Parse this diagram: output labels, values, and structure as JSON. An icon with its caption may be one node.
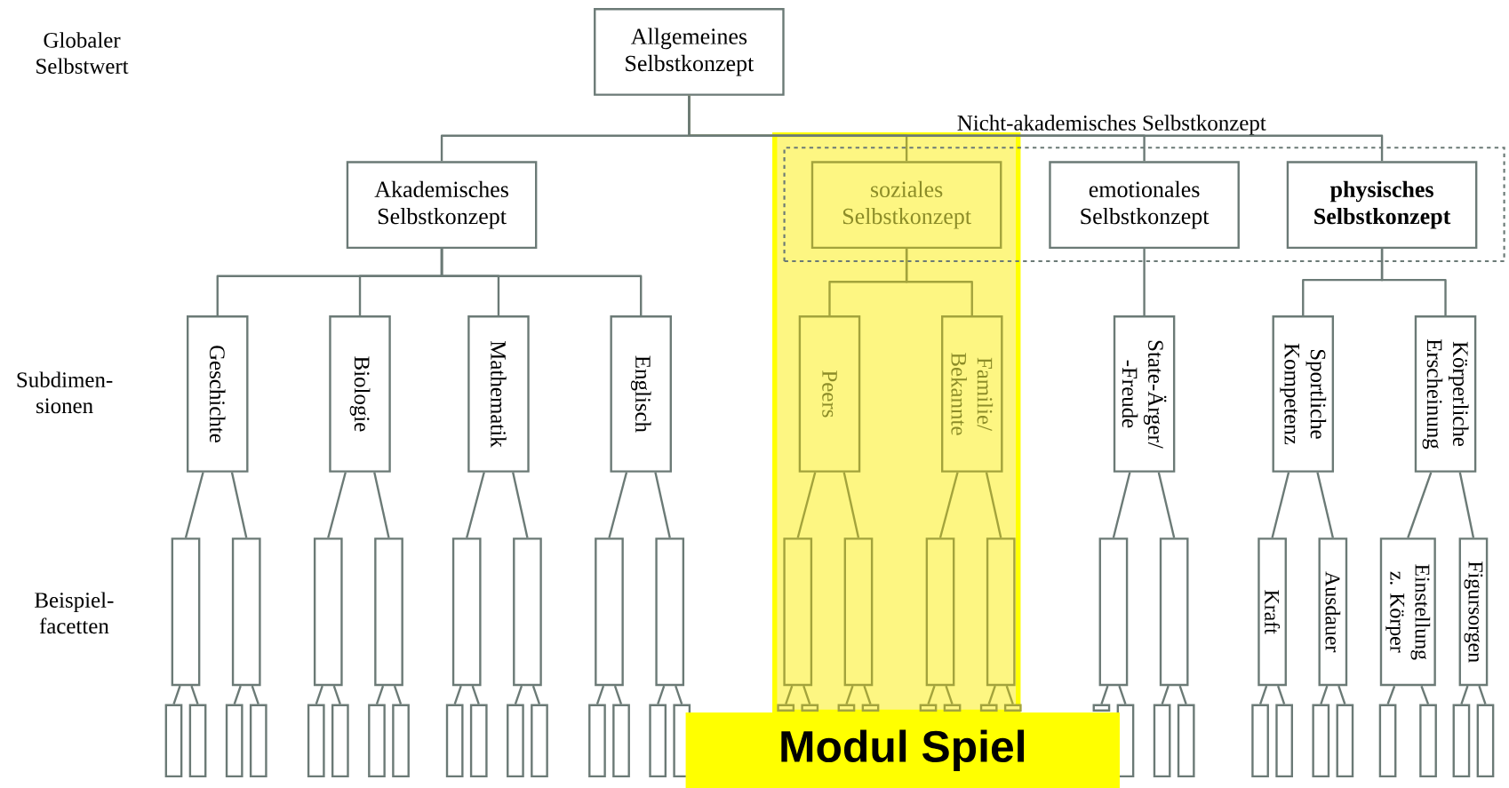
{
  "diagram": {
    "nodes": [
      {
        "text": [
          "Allgemeines Selbstkonzept"
        ]
      },
      {
        "text": [
          "Akademisches Selbstkonzept"
        ]
      },
      {
        "text": [
          "Nicht-akademisches Selbstkonzept"
        ]
      },
      {
        "text": [
          "soziales Selbstkonzept"
        ],
        "in": 2
      },
      {
        "text": [
          "emotionales Selbstkonzept"
        ],
        "in": 2
      },
      {
        "text": [
          "physisches Selbstkonzept"
        ],
        "in": 2
      },
      {
        "text": [
          "Geschichte"
        ]
      },
      {
        "text": [
          "Biologie"
        ]
      },
      {
        "text": [
          "Mathematik"
        ]
      },
      {
        "text": [
          "Englisch"
        ]
      },
      {
        "text": [
          "Peers"
        ]
      },
      {
        "text": [
          "Familie/ Bekannte"
        ]
      },
      {
        "text": [
          "State-Ärger/ -Freude"
        ]
      },
      {
        "text": [
          "Sportliche Kompetenz"
        ]
      },
      {
        "text": [
          "Körperliche Erscheinung"
        ]
      },
      {
        "text": [],
        "shape": "box"
      },
      {
        "text": [],
        "shape": "box"
      },
      {
        "text": [],
        "shape": "box"
      },
      {
        "text": [],
        "shape": "box"
      },
      {
        "text": [],
        "shape": "box"
      },
      {
        "text": [],
        "shape": "box"
      },
      {
        "text": [],
        "shape": "box"
      },
      {
        "text": [],
        "shape": "box"
      },
      {
        "text": [],
        "shape": "box"
      },
      {
        "text": [],
        "shape": "box"
      },
      {
        "text": [],
        "shape": "box"
      },
      {
        "text": [],
        "shape": "box"
      },
      {
        "text": [],
        "shape": "box"
      },
      {
        "text": [],
        "shape": "box"
      },
      {
        "text": [
          "Kraft"
        ]
      },
      {
        "text": [
          "Ausdauer"
        ]
      },
      {
        "text": [
          "Einstellung z. Körper"
        ]
      },
      {
        "text": [
          "Figursorgen"
        ]
      },
      {
        "text": [],
        "shape": "box"
      },
      {
        "text": [],
        "shape": "box"
      },
      {
        "text": [],
        "shape": "box"
      },
      {
        "text": [],
        "shape": "box"
      },
      {
        "text": [],
        "shape": "box"
      },
      {
        "text": [],
        "shape": "box"
      },
      {
        "text": [],
        "shape": "box"
      },
      {
        "text": [],
        "shape": "box"
      },
      {
        "text": [],
        "shape": "box"
      },
      {
        "text": [],
        "shape": "box"
      },
      {
        "text": [],
        "shape": "box"
      },
      {
        "text": [],
        "shape": "box"
      },
      {
        "text": [],
        "shape": "box"
      },
      {
        "text": [],
        "shape": "box"
      },
      {
        "text": [],
        "shape": "box"
      },
      {
        "text": [],
        "shape": "box"
      },
      {
        "text": [],
        "shape": "box"
      },
      {
        "text": [],
        "shape": "box"
      },
      {
        "text": [],
        "shape": "box"
      },
      {
        "text": [],
        "shape": "box"
      },
      {
        "text": [],
        "shape": "box"
      },
      {
        "text": [],
        "shape": "box"
      },
      {
        "text": [],
        "shape": "box"
      },
      {
        "text": [],
        "shape": "box"
      },
      {
        "text": [],
        "shape": "box"
      },
      {
        "text": [],
        "shape": "box"
      },
      {
        "text": [],
        "shape": "box"
      },
      {
        "text": [],
        "shape": "box"
      },
      {
        "text": [],
        "shape": "box"
      },
      {
        "text": [],
        "shape": "box"
      },
      {
        "text": [],
        "shape": "box"
      },
      {
        "text": [],
        "shape": "box"
      },
      {
        "text": [],
        "shape": "box"
      },
      {
        "text": [],
        "shape": "box"
      },
      {
        "text": [],
        "shape": "box"
      },
      {
        "text": [],
        "shape": "box"
      },
      {
        "text": [
          "Modul Spiel"
        ]
      }
    ],
    "edges": [
      {
        "from": 0,
        "to": 1,
        "arrow": "none"
      },
      {
        "from": 0,
        "to": 3,
        "arrow": "none",
        "color": "#a3a33c"
      },
      {
        "from": 0,
        "to": 4,
        "arrow": "none"
      },
      {
        "from": 0,
        "to": 5,
        "arrow": "none"
      },
      {
        "from": 1,
        "to": 6,
        "arrow": "none"
      },
      {
        "from": 1,
        "to": 7,
        "arrow": "none"
      },
      {
        "from": 1,
        "to": 8,
        "arrow": "none"
      },
      {
        "from": 1,
        "to": 9,
        "arrow": "none"
      },
      {
        "from": 3,
        "to": 10,
        "arrow": "none",
        "color": "#a3a33c"
      },
      {
        "from": 3,
        "to": 11,
        "arrow": "none",
        "color": "#a3a33c"
      },
      {
        "from": 4,
        "to": 12,
        "arrow": "none"
      },
      {
        "from": 5,
        "to": 13,
        "arrow": "none"
      },
      {
        "from": 5,
        "to": 14,
        "arrow": "none"
      },
      {
        "from": 6,
        "to": 15,
        "arrow": "none"
      },
      {
        "from": 6,
        "to": 16,
        "arrow": "none"
      },
      {
        "from": 7,
        "to": 17,
        "arrow": "none"
      },
      {
        "from": 7,
        "to": 18,
        "arrow": "none"
      },
      {
        "from": 8,
        "to": 19,
        "arrow": "none"
      },
      {
        "from": 8,
        "to": 20,
        "arrow": "none"
      },
      {
        "from": 9,
        "to": 21,
        "arrow": "none"
      },
      {
        "from": 9,
        "to": 22,
        "arrow": "none"
      },
      {
        "from": 10,
        "to": 23,
        "arrow": "none",
        "color": "#a3a33c"
      },
      {
        "from": 10,
        "to": 24,
        "arrow": "none",
        "color": "#a3a33c"
      },
      {
        "from": 11,
        "to": 25,
        "arrow": "none",
        "color": "#a3a33c"
      },
      {
        "from": 11,
        "to": 26,
        "arrow": "none",
        "color": "#a3a33c"
      },
      {
        "from": 12,
        "to": 27,
        "arrow": "none"
      },
      {
        "from": 12,
        "to": 28,
        "arrow": "none"
      },
      {
        "from": 13,
        "to": 29,
        "arrow": "none"
      },
      {
        "from": 13,
        "to": 30,
        "arrow": "none"
      },
      {
        "from": 14,
        "to": 31,
        "arrow": "none"
      },
      {
        "from": 14,
        "to": 32,
        "arrow": "none"
      },
      {
        "from": 15,
        "to": 33,
        "arrow": "none"
      },
      {
        "from": 15,
        "to": 34,
        "arrow": "none"
      },
      {
        "from": 16,
        "to": 35,
        "arrow": "none"
      },
      {
        "from": 16,
        "to": 36,
        "arrow": "none"
      },
      {
        "from": 17,
        "to": 37,
        "arrow": "none"
      },
      {
        "from": 17,
        "to": 38,
        "arrow": "none"
      },
      {
        "from": 18,
        "to": 39,
        "arrow": "none"
      },
      {
        "from": 18,
        "to": 40,
        "arrow": "none"
      },
      {
        "from": 19,
        "to": 41,
        "arrow": "none"
      },
      {
        "from": 19,
        "to": 42,
        "arrow": "none"
      },
      {
        "from": 20,
        "to": 43,
        "arrow": "none"
      },
      {
        "from": 20,
        "to": 44,
        "arrow": "none"
      },
      {
        "from": 21,
        "to": 45,
        "arrow": "none"
      },
      {
        "from": 21,
        "to": 46,
        "arrow": "none"
      },
      {
        "from": 22,
        "to": 47,
        "arrow": "none"
      },
      {
        "from": 22,
        "to": 48,
        "arrow": "none"
      },
      {
        "from": 23,
        "to": 49,
        "arrow": "none",
        "color": "#a3a33c"
      },
      {
        "from": 23,
        "to": 50,
        "arrow": "none",
        "color": "#a3a33c"
      },
      {
        "from": 24,
        "to": 51,
        "arrow": "none",
        "color": "#a3a33c"
      },
      {
        "from": 24,
        "to": 52,
        "arrow": "none",
        "color": "#a3a33c"
      },
      {
        "from": 25,
        "to": 53,
        "arrow": "none",
        "color": "#a3a33c"
      },
      {
        "from": 25,
        "to": 54,
        "arrow": "none",
        "color": "#a3a33c"
      },
      {
        "from": 26,
        "to": 55,
        "arrow": "none",
        "color": "#a3a33c"
      },
      {
        "from": 26,
        "to": 56,
        "arrow": "none",
        "color": "#a3a33c"
      },
      {
        "from": 27,
        "to": 57,
        "arrow": "none"
      },
      {
        "from": 27,
        "to": 58,
        "arrow": "none"
      },
      {
        "from": 28,
        "to": 59,
        "arrow": "none"
      },
      {
        "from": 28,
        "to": 60,
        "arrow": "none"
      },
      {
        "from": 29,
        "to": 61,
        "arrow": "none"
      },
      {
        "from": 29,
        "to": 62,
        "arrow": "none"
      },
      {
        "from": 30,
        "to": 63,
        "arrow": "none"
      },
      {
        "from": 30,
        "to": 64,
        "arrow": "none"
      },
      {
        "from": 31,
        "to": 65,
        "arrow": "none"
      },
      {
        "from": 31,
        "to": 66,
        "arrow": "none"
      },
      {
        "from": 32,
        "to": 67,
        "arrow": "none"
      },
      {
        "from": 32,
        "to": 68,
        "arrow": "none"
      }
    ],
    "labels": [
      "Globaler Selbstwert",
      "Subdimen- sionen",
      "Beispiel- facetten"
    ]
  }
}
